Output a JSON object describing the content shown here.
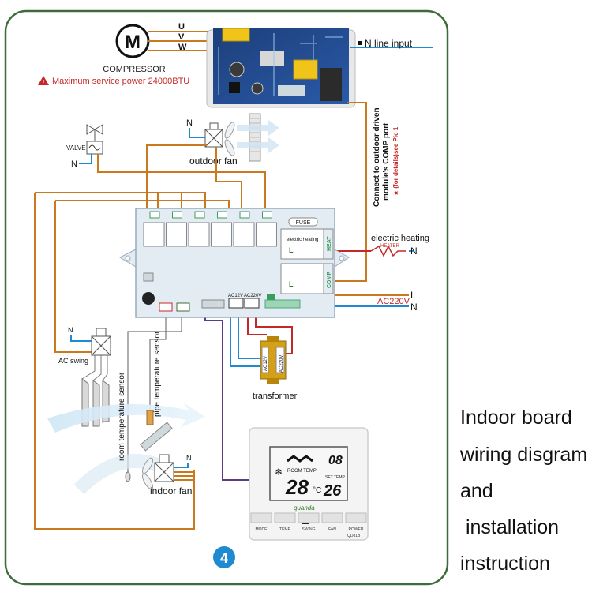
{
  "compressor": {
    "motor_letter": "M",
    "label": "COMPRESSOR",
    "terminals": [
      "U",
      "V",
      "W"
    ],
    "warning": "Maximum service power 24000BTU",
    "warning_icon": "warning-triangle-icon"
  },
  "n_line_input": "N line input",
  "outdoor_fan": {
    "label": "outdoor fan",
    "n": "N"
  },
  "valve": {
    "label": "VALVE",
    "n": "N"
  },
  "comp_note": {
    "line1": "Connect to outdoor driven",
    "line2": "module's COMP port",
    "line3": "★ (for details)see Pic 1"
  },
  "board": {
    "fuse": "FUSE",
    "heat_label": "HEAT",
    "comp_label": "COMP",
    "electric_heating_inner": "electric heating",
    "l_mark": "L",
    "ac12v": "AC12V",
    "ac220v": "AC220V",
    "relay_count": 6
  },
  "electric_heating": {
    "label": "electric heating",
    "heater": "HEATER",
    "n": "N"
  },
  "power": {
    "l": "L",
    "ac220v": "AC220V",
    "n": "N"
  },
  "ac_swing": {
    "label": "AC swing",
    "n": "N"
  },
  "sensors": {
    "pipe": "pipe temperature sensor",
    "room": "room temperature sensor"
  },
  "transformer": {
    "label": "transformer",
    "ac12v": "AC12V",
    "ac220v": "AC220V"
  },
  "indoor_fan": {
    "label": "indoor fan",
    "n": "N"
  },
  "thermostat": {
    "room_temp_label": "ROOM TEMP",
    "room_temp": "28",
    "unit": "°C",
    "set_temp_label": "SET TEMP",
    "set_temp": "26",
    "clock": "08",
    "buttons": [
      "MODE",
      "TEMP",
      "SWING",
      "FAN",
      "POWER"
    ],
    "model": "QD81B",
    "brand": "quanda"
  },
  "pic_number": "4",
  "side_text": [
    "Indoor board",
    "wiring disgram",
    "and",
    " installation",
    "instruction"
  ],
  "colors": {
    "frame": "#3f6b3a",
    "orange": "#c97a1e",
    "blue": "#1f8ad0",
    "red": "#c62828",
    "purple": "#5a3d8a",
    "warning": "#c62828",
    "badge": "#1f8ad0"
  }
}
